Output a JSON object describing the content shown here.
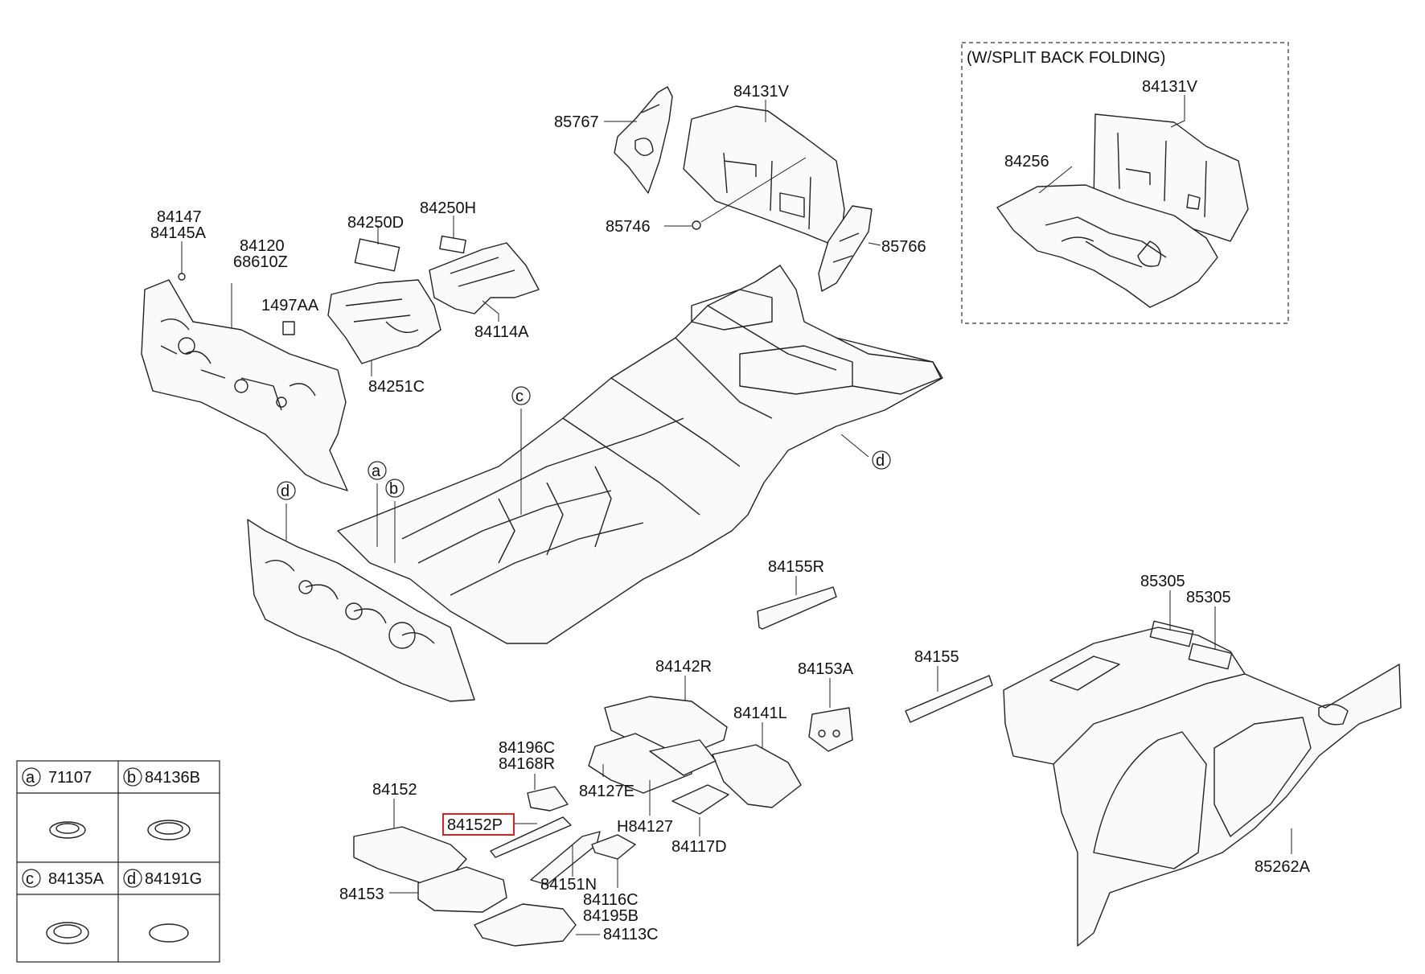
{
  "variant_box": {
    "title": "(W/SPLIT BACK FOLDING)"
  },
  "labels": {
    "p85767": "85767",
    "p84131V": "84131V",
    "p84131V_b": "84131V",
    "p84256": "84256",
    "p85746": "85746",
    "p85766": "85766",
    "p84147": "84147",
    "p84145A": "84145A",
    "p84120": "84120",
    "p68610Z": "68610Z",
    "p1497AA": "1497AA",
    "p84250D": "84250D",
    "p84250H": "84250H",
    "p84114A": "84114A",
    "p84251C": "84251C",
    "p84155R": "84155R",
    "p85305a": "85305",
    "p85305b": "85305",
    "p84142R": "84142R",
    "p84153A": "84153A",
    "p84155": "84155",
    "p84141L": "84141L",
    "p84196C": "84196C",
    "p84168R": "84168R",
    "p84127E": "84127E",
    "p84152": "84152",
    "p84152P": "84152P",
    "pH84127": "H84127",
    "p84117D": "84117D",
    "p85262A": "85262A",
    "p84153": "84153",
    "p84151N": "84151N",
    "p84116C": "84116C",
    "p84195B": "84195B",
    "p84113C": "84113C"
  },
  "callouts": {
    "a": "a",
    "b": "b",
    "c": "c",
    "d1": "d",
    "d2": "d"
  },
  "legend": {
    "cells": [
      {
        "letter": "a",
        "part": "71107"
      },
      {
        "letter": "b",
        "part": "84136B"
      },
      {
        "letter": "c",
        "part": "84135A"
      },
      {
        "letter": "d",
        "part": "84191G"
      }
    ]
  },
  "highlight": {
    "part": "84152P",
    "color": "#e0201b"
  }
}
